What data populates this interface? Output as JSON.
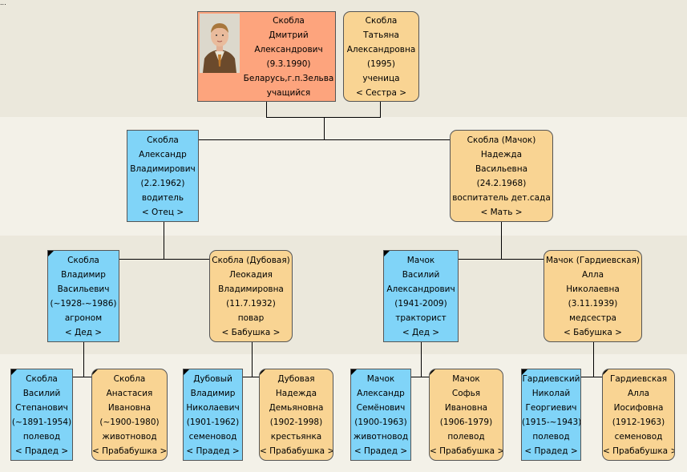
{
  "corner_mark": "...",
  "persons": {
    "self": [
      "Скобла",
      "Дмитрий",
      "Александрович",
      "(9.3.1990)",
      "Беларусь,г.п.Зельва",
      "учащийся"
    ],
    "sister": [
      "Скобла",
      "Татьяна",
      "Александровна",
      "(1995)",
      "ученица",
      "< Сестра >"
    ],
    "father": [
      "Скобла",
      "Александр",
      "Владимирович",
      "(2.2.1962)",
      "водитель",
      "< Отец >"
    ],
    "mother": [
      "Скобла (Мачок)",
      "Надежда",
      "Васильевна",
      "(24.2.1968)",
      "воспитатель дет.сада",
      "< Мать >"
    ],
    "gf1": [
      "Скобла",
      "Владимир",
      "Васильевич",
      "(~1928-~1986)",
      "агроном",
      "< Дед >"
    ],
    "gm1": [
      "Скобла (Дубовая)",
      "Леокадия",
      "Владимировна",
      "(11.7.1932)",
      "повар",
      "< Бабушка >"
    ],
    "gf2": [
      "Мачок",
      "Василий",
      "Александрович",
      "(1941-2009)",
      "тракторист",
      "< Дед >"
    ],
    "gm2": [
      "Мачок (Гардиевская)",
      "Алла",
      "Николаевна",
      "(3.11.1939)",
      "медсестра",
      "< Бабушка >"
    ],
    "ggf1": [
      "Скобла",
      "Василий",
      "Степанович",
      "(~1891-1954)",
      "полевод",
      "< Прадед >"
    ],
    "ggm1": [
      "Скобла",
      "Анастасия",
      "Ивановна",
      "(~1900-1980)",
      "животновод",
      "< Прабабушка >"
    ],
    "ggf2": [
      "Дубовый",
      "Владимир",
      "Николаевич",
      "(1901-1962)",
      "семеновод",
      "< Прадед >"
    ],
    "ggm2": [
      "Дубовая",
      "Надежда",
      "Демьяновна",
      "(1902-1998)",
      "крестьянка",
      "< Прабабушка >"
    ],
    "ggf3": [
      "Мачок",
      "Александр",
      "Семёнович",
      "(1900-1963)",
      "животновод",
      "< Прадед >"
    ],
    "ggm3": [
      "Мачок",
      "Софья",
      "Ивановна",
      "(1906-1979)",
      "полевод",
      "< Прабабушка >"
    ],
    "ggf4": [
      "Гардиевский",
      "Николай",
      "Георгиевич",
      "(1915-~1943)",
      "полевод",
      "< Прадед >"
    ],
    "ggm4": [
      "Гардиевская",
      "Алла",
      "Иосифовна",
      "(1912-1963)",
      "семеновод",
      "< Прабабушка >"
    ]
  }
}
